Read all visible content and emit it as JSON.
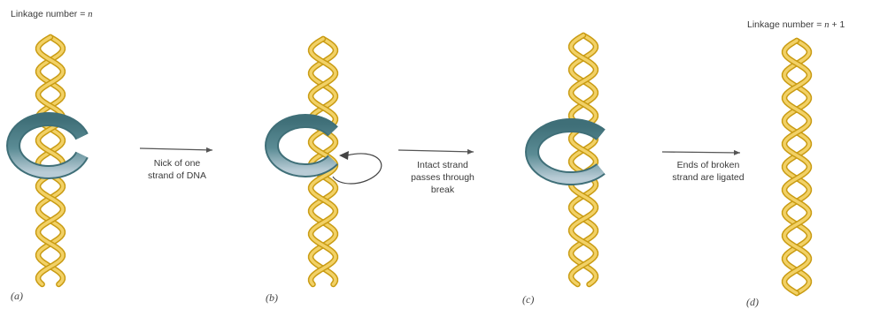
{
  "titles": {
    "before_prefix": "Linkage number = ",
    "before_var": "n",
    "after_prefix": "Linkage number = ",
    "after_var": "n",
    "after_suffix": " + 1"
  },
  "steps": [
    "Nick of one\nstrand of DNA",
    "Intact strand\npasses through\nbreak",
    "Ends of broken\nstrand are ligated"
  ],
  "panels": [
    "(a)",
    "(b)",
    "(c)",
    "(d)"
  ],
  "colors": {
    "strand_light": "#f2d166",
    "strand_dark": "#c99b12",
    "enzyme_light": "#a9c2cf",
    "enzyme_dark": "#3f6f78",
    "arrow": "#555555"
  }
}
